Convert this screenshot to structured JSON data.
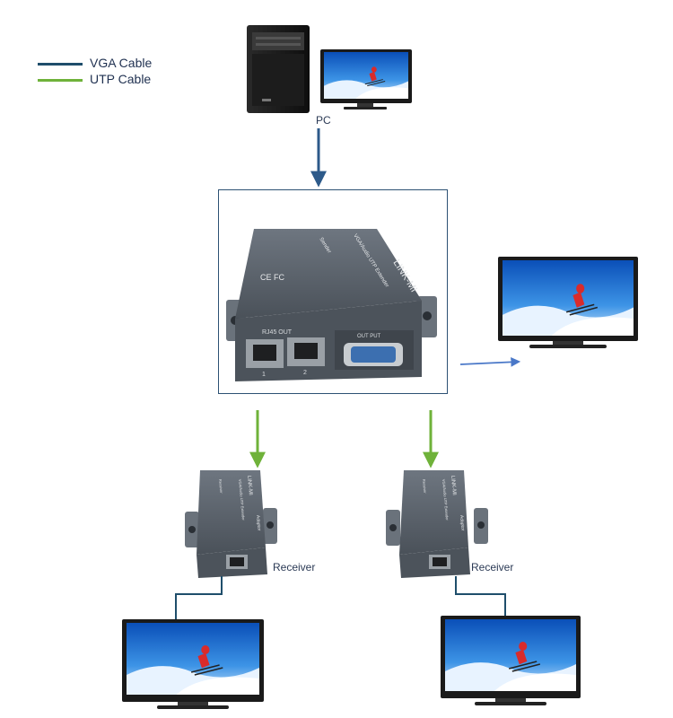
{
  "legend": {
    "vga": {
      "label": "VGA Cable",
      "color": "#1f4e6b"
    },
    "utp": {
      "label": "UTP Cable",
      "color": "#6fb23a"
    }
  },
  "pc": {
    "label": "PC"
  },
  "sender": {
    "brand": "LINK-MI",
    "model": "VGA/Audio UTP Extender",
    "type": "Sender",
    "port_group": "RJ45 OUT",
    "port1": "1",
    "port2": "2",
    "output_label": "OUT PUT",
    "ce_fc": "CE FC"
  },
  "receivers": [
    {
      "label": "Receiver",
      "brand": "LINK-MI",
      "model": "VGA/Audio UTP Extender",
      "type": "Receiver",
      "adaptor": "Adaptor"
    },
    {
      "label": "Receiver",
      "brand": "LINK-MI",
      "model": "VGA/Audio UTP Extender",
      "type": "Receiver",
      "adaptor": "Adaptor"
    }
  ],
  "colors": {
    "arrow_blue": "#2d5a8a",
    "arrow_light_blue": "#4a78c8",
    "device_gray": "#5f6770",
    "screen_sky": "#1e6fd0"
  }
}
